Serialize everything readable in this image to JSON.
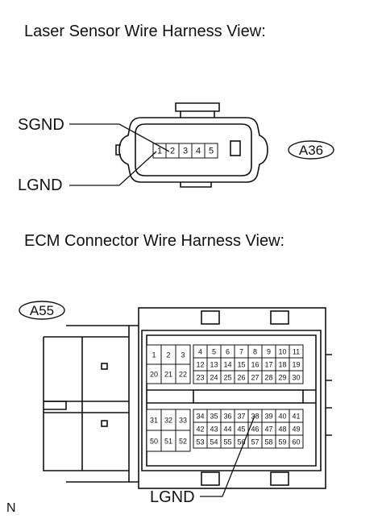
{
  "laser_section": {
    "title": "Laser Sensor Wire Harness View:",
    "connector_id": "A36",
    "pins": [
      "1",
      "2",
      "3",
      "4",
      "5"
    ],
    "callouts": {
      "top": "SGND",
      "bottom": "LGND"
    }
  },
  "ecm_section": {
    "title": "ECM Connector Wire Harness View:",
    "connector_id": "A55",
    "callout": "LGND",
    "small_block_top": [
      [
        "1",
        "2",
        "3"
      ],
      [
        "20",
        "21",
        "22"
      ]
    ],
    "large_block_top": [
      [
        "4",
        "5",
        "6",
        "7",
        "8",
        "9",
        "10",
        "11"
      ],
      [
        "12",
        "13",
        "14",
        "15",
        "16",
        "17",
        "18",
        "19"
      ],
      [
        "23",
        "24",
        "25",
        "26",
        "27",
        "28",
        "29",
        "30"
      ]
    ],
    "small_block_bottom": [
      [
        "31",
        "32",
        "33"
      ],
      [
        "50",
        "51",
        "52"
      ]
    ],
    "large_block_bottom": [
      [
        "34",
        "35",
        "36",
        "37",
        "38",
        "39",
        "40",
        "41"
      ],
      [
        "42",
        "43",
        "44",
        "45",
        "46",
        "47",
        "48",
        "49"
      ],
      [
        "53",
        "54",
        "55",
        "56",
        "57",
        "58",
        "59",
        "60"
      ]
    ]
  },
  "footer": {
    "code": "N"
  }
}
